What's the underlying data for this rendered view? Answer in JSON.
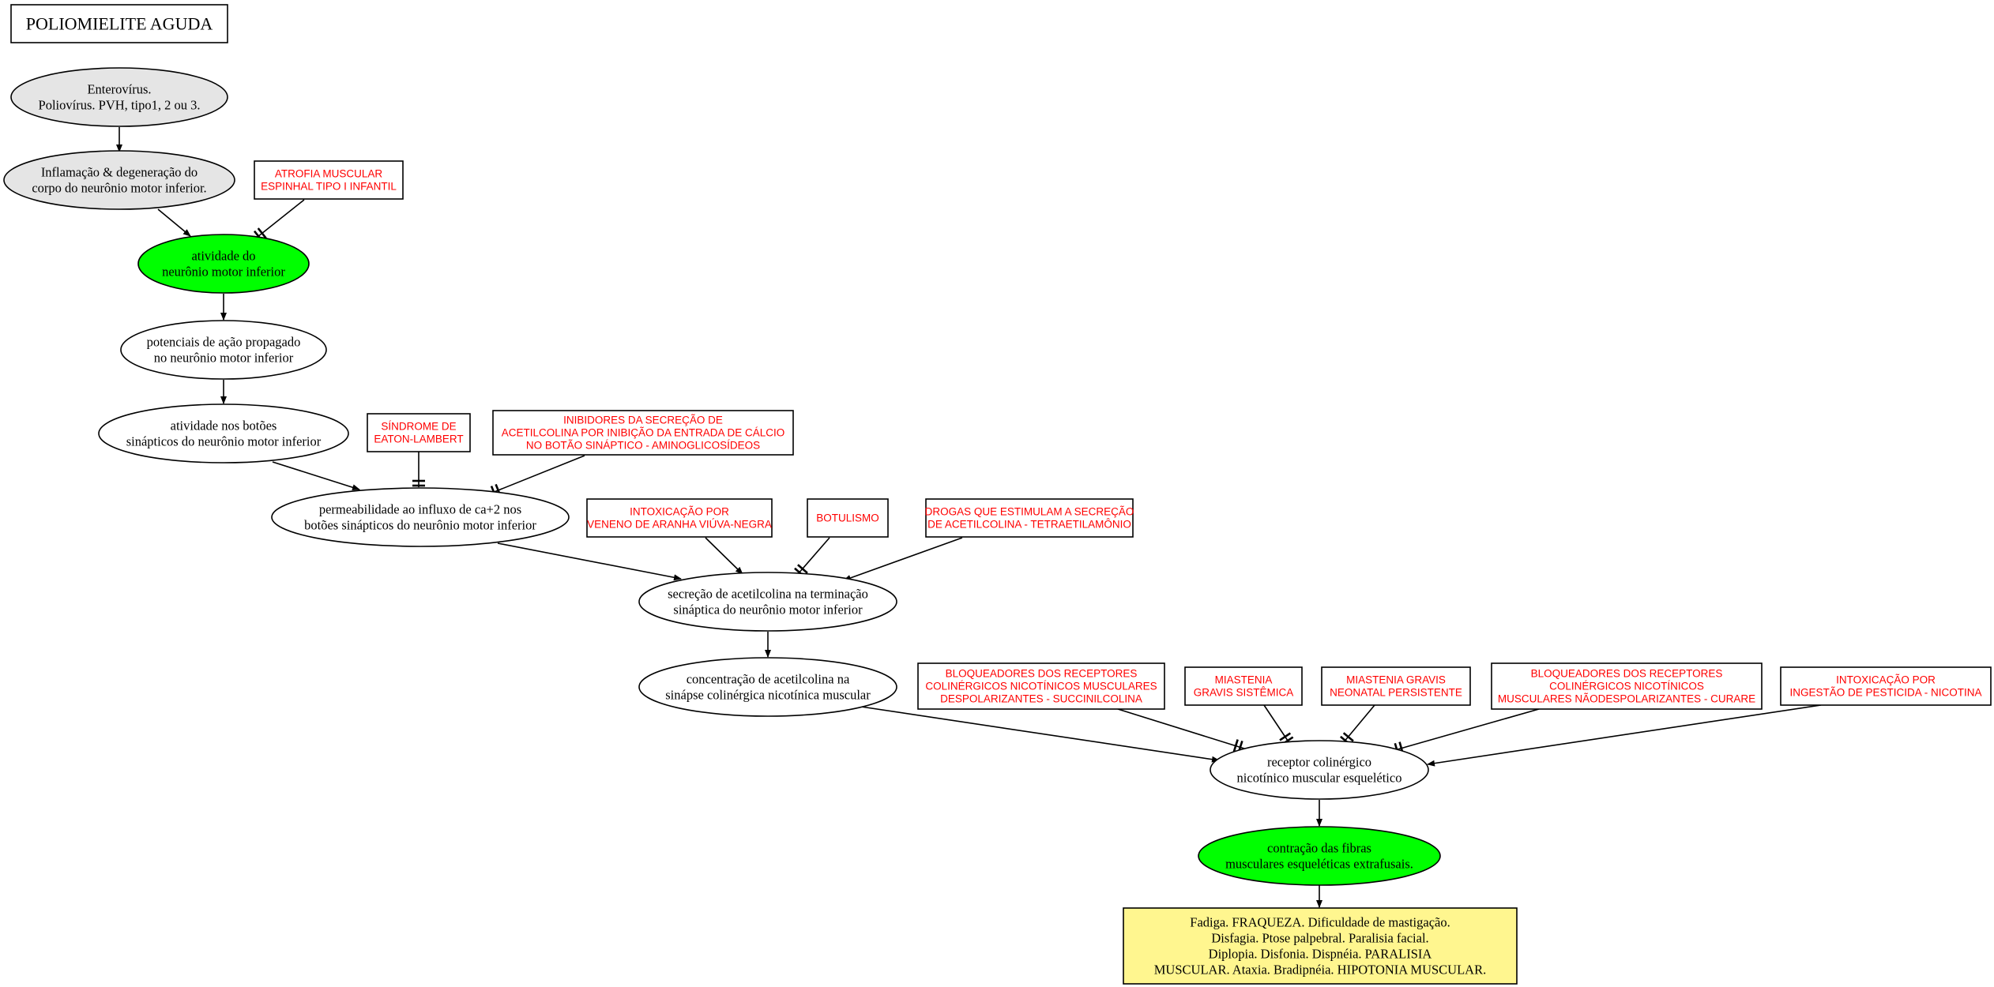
{
  "title": "POLIOMIELITE AGUDA",
  "colors": {
    "grey_node": "#e5e5e5",
    "green_node": "#00ff00",
    "white_node": "#ffffff",
    "result_box": "#fff68f",
    "modifier_text": "#ff0000",
    "line": "#000000"
  },
  "nodes": {
    "n1": [
      "Enterovírus.",
      "Poliovírus. PVH, tipo1, 2 ou 3."
    ],
    "n2": [
      "Inflamação & degeneração do",
      "corpo do neurônio motor inferior."
    ],
    "n3": [
      "atividade do",
      "neurônio motor inferior"
    ],
    "n4": [
      "potenciais de ação propagado",
      "no neurônio motor inferior"
    ],
    "n5": [
      "atividade nos botões",
      "sinápticos do neurônio motor inferior"
    ],
    "n6": [
      "permeabilidade ao influxo de ca+2 nos",
      "botões sinápticos do neurônio motor inferior"
    ],
    "n7": [
      "secreção de acetilcolina na terminação",
      "sináptica do neurônio motor inferior"
    ],
    "n8": [
      "concentração de acetilcolina na",
      "sinápse colinérgica nicotínica muscular"
    ],
    "n9": [
      "receptor colinérgico",
      "nicotínico muscular esquelético"
    ],
    "n10": [
      "contração das fibras",
      "musculares esqueléticas extrafusais."
    ],
    "result": [
      "Fadiga. FRAQUEZA. Dificuldade de mastigação.",
      "Disfagia. Ptose palpebral. Paralisia facial.",
      "Diplopia. Disfonia. Dispnéia. PARALISIA",
      "MUSCULAR. Ataxia. Bradipnéia. HIPOTONIA MUSCULAR."
    ]
  },
  "modifiers": {
    "m1": [
      "ATROFIA MUSCULAR",
      "ESPINHAL TIPO I INFANTIL"
    ],
    "m2": [
      "SÍNDROME DE",
      "EATON-LAMBERT"
    ],
    "m3": [
      "INIBIDORES DA SECREÇÃO DE",
      "ACETILCOLINA POR INIBIÇÃO DA ENTRADA DE CÁLCIO",
      "NO BOTÃO SINÁPTICO - AMINOGLICOSÍDEOS"
    ],
    "m4": [
      "INTOXICAÇÃO POR",
      "VENENO DE ARANHA VIÚVA-NEGRA"
    ],
    "m5": [
      "BOTULISMO"
    ],
    "m6": [
      "DROGAS QUE ESTIMULAM A SECREÇÃO",
      "DE ACETILCOLINA - TETRAETILAMÔNIO"
    ],
    "m7": [
      "BLOQUEADORES DOS RECEPTORES",
      "COLINÉRGICOS NICOTÍNICOS MUSCULARES",
      "DESPOLARIZANTES - SUCCINILCOLINA"
    ],
    "m8": [
      "MIASTENIA",
      "GRAVIS SISTÊMICA"
    ],
    "m9": [
      "MIASTENIA GRAVIS",
      "NEONATAL PERSISTENTE"
    ],
    "m10": [
      "BLOQUEADORES DOS RECEPTORES",
      "COLINÉRGICOS NICOTÍNICOS",
      "MUSCULARES NÃODESPOLARIZANTES - CURARE"
    ],
    "m11": [
      "INTOXICAÇÃO POR",
      "INGESTÃO DE PESTICIDA - NICOTINA"
    ]
  },
  "edges": [
    {
      "from": "n1",
      "to": "n2",
      "kind": "arrow"
    },
    {
      "from": "n2",
      "to": "n3",
      "kind": "arrow"
    },
    {
      "from": "m1",
      "to": "n3",
      "kind": "inhibit"
    },
    {
      "from": "n3",
      "to": "n4",
      "kind": "arrow"
    },
    {
      "from": "n4",
      "to": "n5",
      "kind": "arrow"
    },
    {
      "from": "n5",
      "to": "n6",
      "kind": "arrow"
    },
    {
      "from": "m2",
      "to": "n6",
      "kind": "inhibit"
    },
    {
      "from": "m3",
      "to": "n6",
      "kind": "inhibit"
    },
    {
      "from": "n6",
      "to": "n7",
      "kind": "arrow"
    },
    {
      "from": "m4",
      "to": "n7",
      "kind": "arrow"
    },
    {
      "from": "m5",
      "to": "n7",
      "kind": "inhibit"
    },
    {
      "from": "m6",
      "to": "n7",
      "kind": "arrow"
    },
    {
      "from": "n7",
      "to": "n8",
      "kind": "arrow"
    },
    {
      "from": "n8",
      "to": "n9",
      "kind": "arrow"
    },
    {
      "from": "m7",
      "to": "n9",
      "kind": "inhibit"
    },
    {
      "from": "m8",
      "to": "n9",
      "kind": "inhibit"
    },
    {
      "from": "m9",
      "to": "n9",
      "kind": "inhibit"
    },
    {
      "from": "m10",
      "to": "n9",
      "kind": "inhibit"
    },
    {
      "from": "m11",
      "to": "n9",
      "kind": "arrow"
    },
    {
      "from": "n9",
      "to": "n10",
      "kind": "arrow"
    },
    {
      "from": "n10",
      "to": "result",
      "kind": "arrow"
    }
  ]
}
